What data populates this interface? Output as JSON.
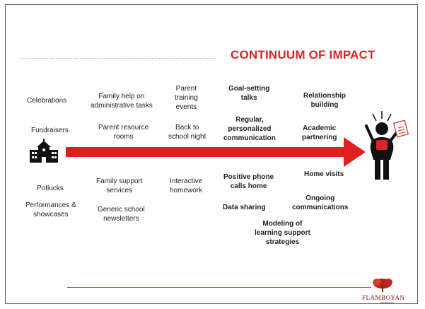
{
  "title": "CONTINUUM OF IMPACT",
  "columns": [
    {
      "top": [
        "Celebrations",
        "Fundraisers"
      ],
      "bottom": [
        "Potlucks",
        "Performances &\nshowcases"
      ]
    },
    {
      "top": [
        "Family help on\nadministrative tasks",
        "Parent resource\nrooms"
      ],
      "bottom": [
        "Family support\nservices",
        "Generic school\nnewsletters"
      ]
    },
    {
      "top": [
        "Parent\ntraining\nevents",
        "Back to\nschool night"
      ],
      "bottom": [
        "Interactive\nhomework"
      ]
    },
    {
      "top": [
        "Goal-setting\ntalks",
        "Regular,\npersonalized\ncommunication"
      ],
      "bottom": [
        "Positive phone\ncalls home",
        "Data sharing",
        "Modeling of\nlearning support\nstrategies"
      ]
    },
    {
      "top": [
        "Relationship\nbuilding",
        "Academic\npartnering"
      ],
      "bottom": [
        "Home visits",
        "Ongoing\ncommunications"
      ]
    }
  ],
  "logo": {
    "name": "FLAMBOYAN",
    "subtitle": "FOUNDATION"
  },
  "colors": {
    "accent": "#d62728",
    "arrow": "#e0201e",
    "text": "#222222"
  },
  "icons": [
    "school-icon",
    "excited-person-icon",
    "flamboyan-tree-icon"
  ]
}
